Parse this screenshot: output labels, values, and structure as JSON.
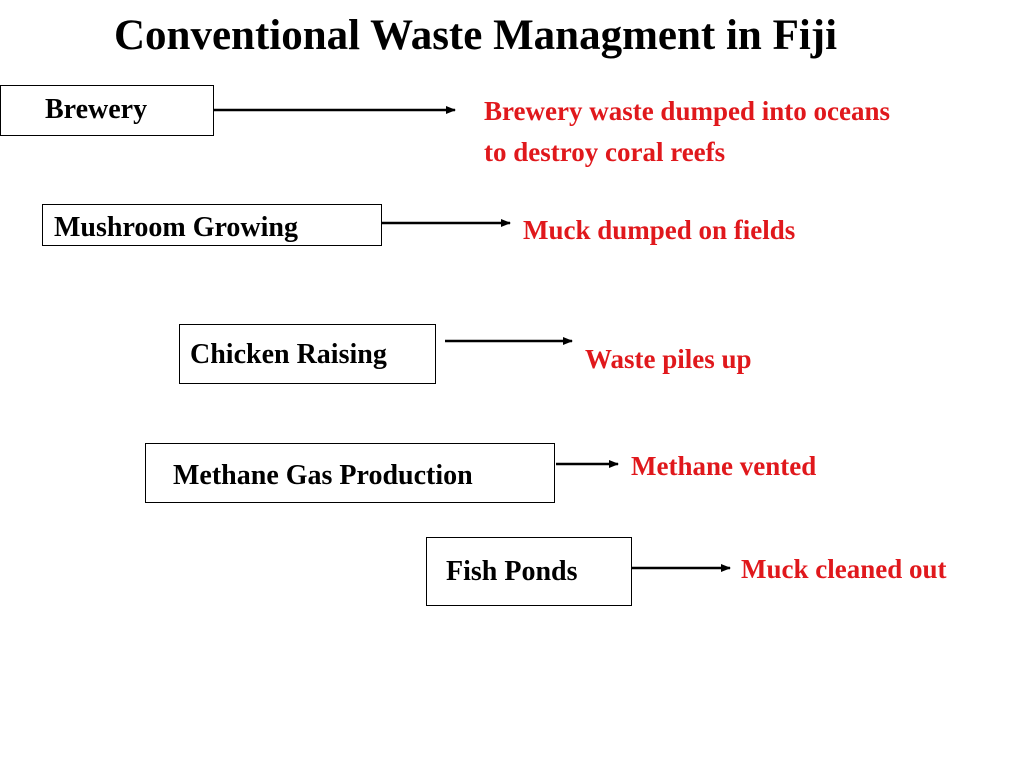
{
  "title": "Conventional Waste Managment in Fiji",
  "colors": {
    "source_text": "#000000",
    "outcome_text": "#e0181c",
    "arrow": "#000000"
  },
  "flows": [
    {
      "source": "Brewery",
      "outcome_lines": [
        "Brewery waste dumped into oceans",
        "to destroy coral reefs"
      ]
    },
    {
      "source": "Mushroom Growing",
      "outcome_lines": [
        "Muck dumped on fields"
      ]
    },
    {
      "source": "Chicken Raising",
      "outcome_lines": [
        "Waste piles up"
      ]
    },
    {
      "source": "Methane Gas Production",
      "outcome_lines": [
        "Methane vented"
      ]
    },
    {
      "source": "Fish Ponds",
      "outcome_lines": [
        "Muck cleaned out"
      ]
    }
  ]
}
